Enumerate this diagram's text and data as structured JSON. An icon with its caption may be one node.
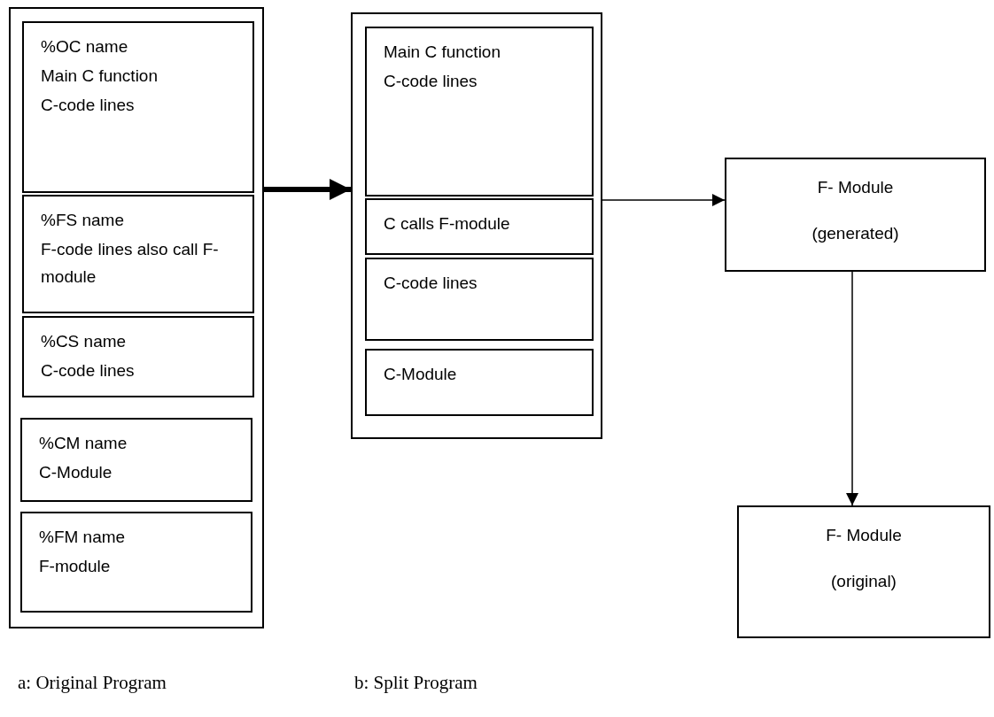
{
  "diagram": {
    "nodes": [
      {
        "text": [],
        "shape": "box"
      },
      {
        "text": [
          "%OC name",
          "Main C function",
          "C-code lines"
        ],
        "in": 0
      },
      {
        "text": [
          "%FS name",
          "F-code lines also call F-module"
        ],
        "in": 0
      },
      {
        "text": [
          "%CS name",
          "C-code lines"
        ],
        "in": 0
      },
      {
        "text": [
          "%CM name",
          "C-Module"
        ],
        "in": 0
      },
      {
        "text": [
          "%FM name",
          "F-module"
        ],
        "in": 0
      },
      {
        "text": [],
        "shape": "box"
      },
      {
        "text": [
          "Main C function",
          "C-code lines"
        ],
        "in": 6
      },
      {
        "text": [
          "C calls F-module"
        ],
        "in": 6
      },
      {
        "text": [
          "C-code lines"
        ],
        "in": 6
      },
      {
        "text": [
          "C-Module"
        ],
        "in": 6
      },
      {
        "text": [
          "F- Module",
          "(generated)"
        ]
      },
      {
        "text": [
          "F- Module",
          "(original)"
        ]
      }
    ],
    "edges": [
      {
        "from": 0,
        "to": 6,
        "arrow": "to",
        "style": "thick"
      },
      {
        "from": 6,
        "to": 11,
        "arrow": "to"
      },
      {
        "from": 11,
        "to": 12,
        "arrow": "to"
      }
    ],
    "labels": [
      "a: Original Program",
      "b: Split Program"
    ]
  }
}
